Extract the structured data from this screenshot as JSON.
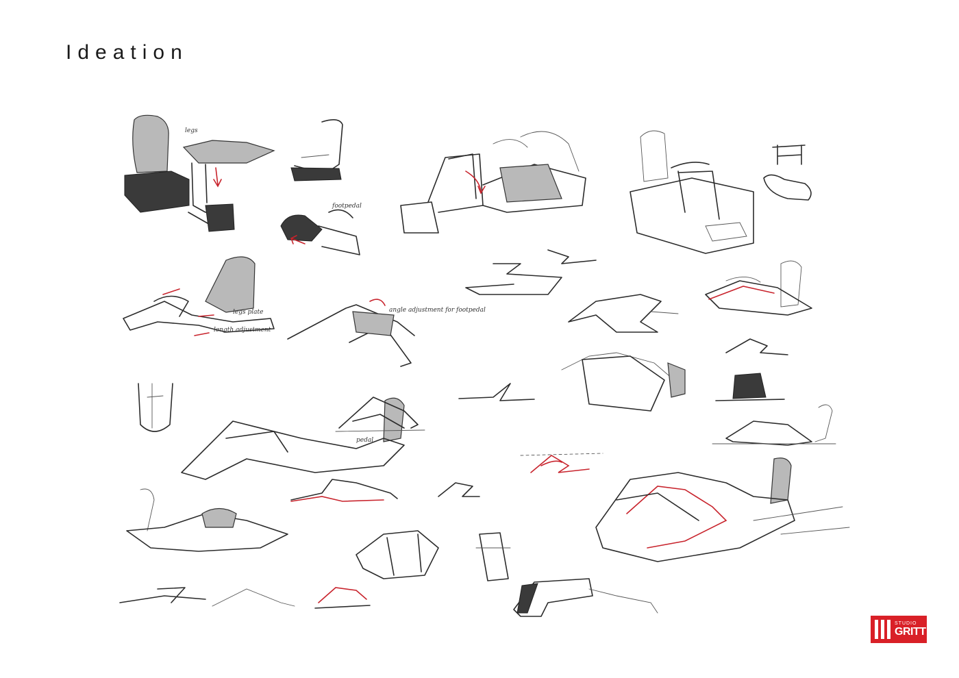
{
  "header": {
    "title": "Ideation"
  },
  "annotations": {
    "legs": "legs",
    "footpedal": "footpedal",
    "legs_plate": "legs plate",
    "length_adjustment": "length adjustment",
    "angle_adjustment": "angle adjustment for footpedal",
    "pedal": "pedal"
  },
  "logo": {
    "line1": "STUDIO",
    "line2": "GRITT",
    "color": "#d92027"
  },
  "colors": {
    "ink": "#2b2b2b",
    "accent": "#c8232c"
  }
}
